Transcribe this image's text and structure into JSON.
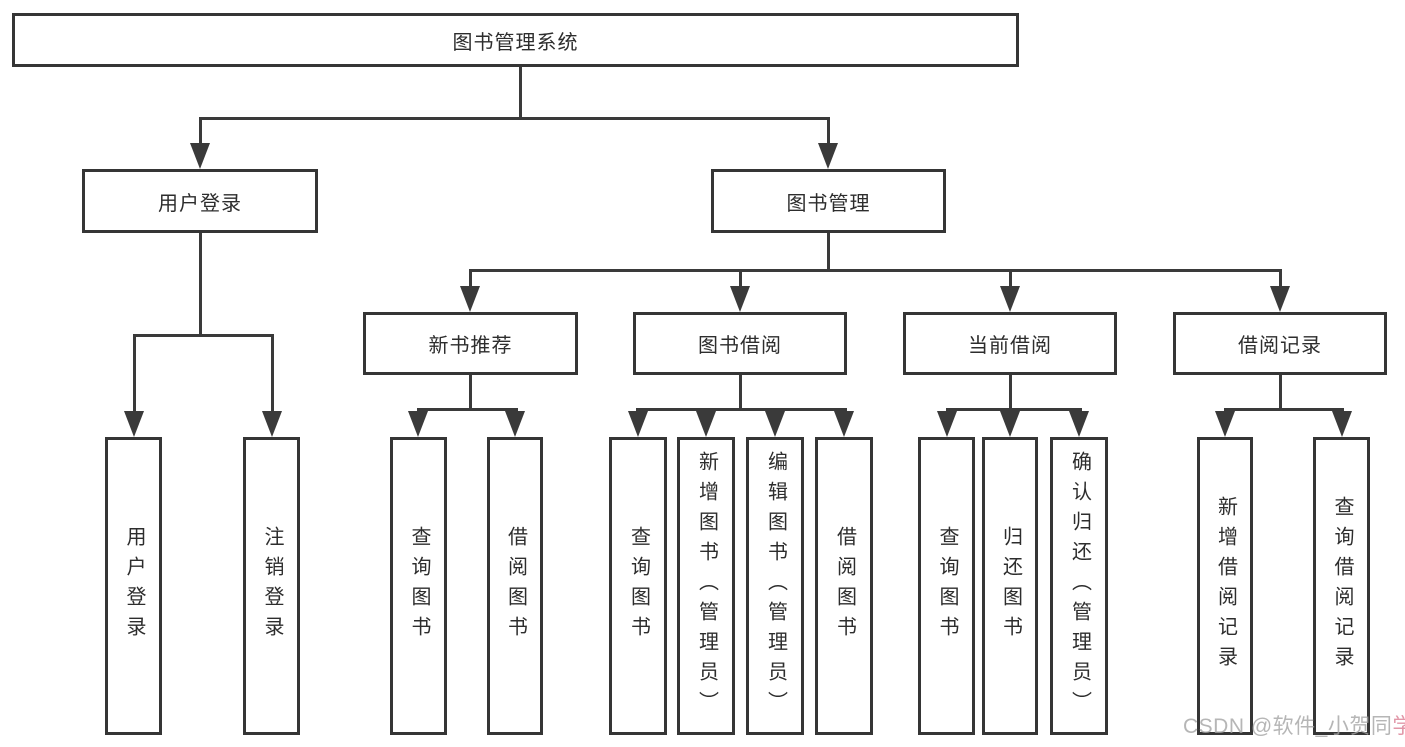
{
  "diagram": {
    "root": {
      "label": "图书管理系统"
    },
    "level2": {
      "user_login": {
        "label": "用户登录"
      },
      "book_management": {
        "label": "图书管理"
      }
    },
    "level3": {
      "new_book_recommend": {
        "label": "新书推荐"
      },
      "book_borrow": {
        "label": "图书借阅"
      },
      "current_borrow": {
        "label": "当前借阅"
      },
      "borrow_records": {
        "label": "借阅记录"
      }
    },
    "leaves": {
      "user_login": {
        "label": "用户登录"
      },
      "logout": {
        "label": "注销登录"
      },
      "query_book_recommend": {
        "label": "查询图书"
      },
      "borrow_book_recommend": {
        "label": "借阅图书"
      },
      "query_book_borrow": {
        "label": "查询图书"
      },
      "add_book_admin": {
        "label": "新增图书（管理员）"
      },
      "edit_book_admin": {
        "label": "编辑图书（管理员）"
      },
      "borrow_book_borrow": {
        "label": "借阅图书"
      },
      "query_book_current": {
        "label": "查询图书"
      },
      "return_book": {
        "label": "归还图书"
      },
      "confirm_return_admin": {
        "label": "确认归还（管理员）"
      },
      "add_borrow_record": {
        "label": "新增借阅记录"
      },
      "query_borrow_record": {
        "label": "查询借阅记录"
      }
    },
    "colors": {
      "line": "#3a3a3a",
      "box_border": "#353535",
      "text": "#2d2d2d",
      "background": "#ffffff",
      "watermark": "#a4a4a4",
      "watermark_accent": "#d97d92"
    }
  },
  "watermark": {
    "prefix": "CSDN @软件_小贺同",
    "accent": "学"
  }
}
